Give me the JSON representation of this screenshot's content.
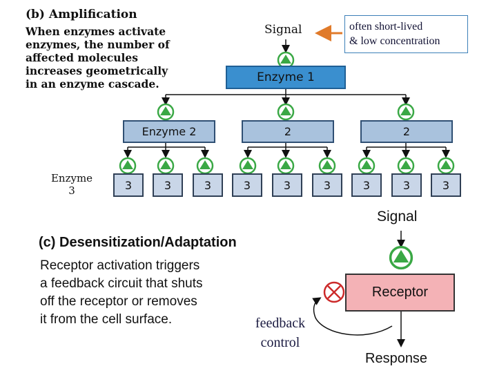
{
  "amplification": {
    "heading": "(b) Amplification",
    "text_lines": [
      "When enzymes activate",
      "enzymes, the number of",
      "affected molecules",
      "increases geometrically",
      "in an enzyme cascade."
    ],
    "signal_label": "Signal",
    "note_lines": [
      "often short-lived",
      "& low concentration"
    ],
    "enzyme1_label": "Enzyme 1",
    "enzyme2_labels": [
      "Enzyme 2",
      "2",
      "2"
    ],
    "enzyme3_row_label": [
      "Enzyme",
      "3"
    ],
    "enzyme3_labels": [
      "3",
      "3",
      "3",
      "3",
      "3",
      "3",
      "3",
      "3",
      "3"
    ]
  },
  "desensitization": {
    "heading": "(c) Desensitization/Adaptation",
    "text_lines": [
      "Receptor activation triggers",
      "a feedback circuit that shuts",
      "off the receptor or removes",
      "it from the cell surface."
    ],
    "signal_label": "Signal",
    "receptor_label": "Receptor",
    "response_label": "Response",
    "feedback_lines": [
      "feedback",
      "control"
    ]
  },
  "colors": {
    "activator_green": "#3aa845",
    "enzyme1_fill": "#3a8fcf",
    "enzyme2_fill": "#a9c2dd",
    "enzyme3_fill": "#c9d6e8",
    "receptor_fill": "#f4b2b6",
    "inhibitor_red": "#cc2a2a",
    "note_arrow_orange": "#e07a2a"
  },
  "icons": {
    "activator": "green-triangle-in-circle-icon",
    "inhibitor": "red-x-in-circle-icon"
  }
}
